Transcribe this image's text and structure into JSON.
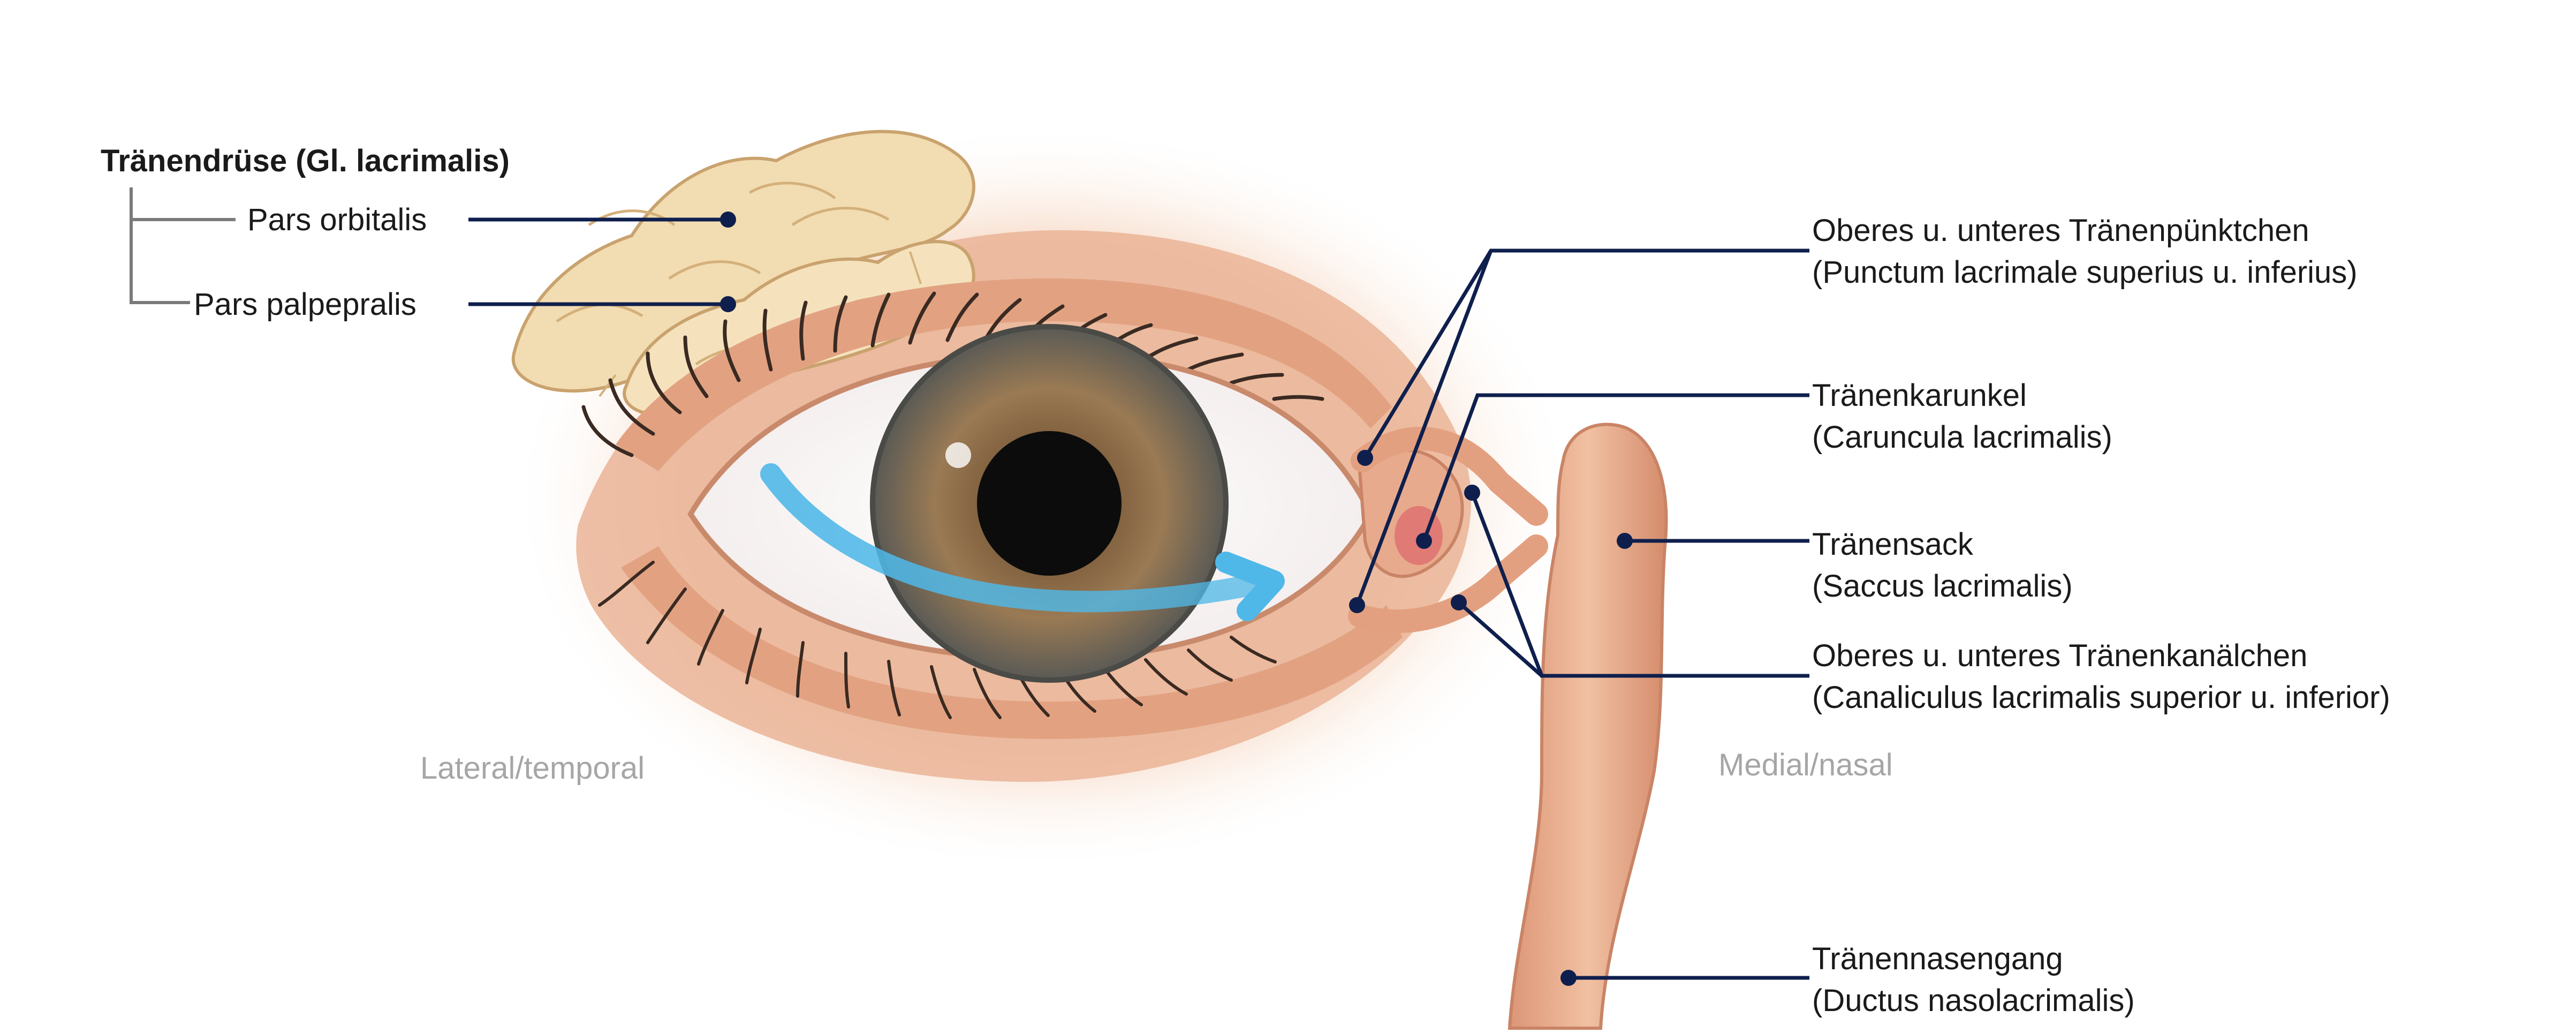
{
  "gland": {
    "title": "Tränendrüse (Gl. lacrimalis)",
    "orbital": "Pars orbitalis",
    "palpebral": "Pars palpepralis"
  },
  "right_labels": {
    "puncta_1": "Oberes u. unteres Tränenpünktchen",
    "puncta_2": "(Punctum lacrimale superius u. inferius)",
    "caruncle_1": "Tränenkarunkel",
    "caruncle_2": "(Caruncula lacrimalis)",
    "sac_1": "Tränensack",
    "sac_2": "(Saccus lacrimalis)",
    "canal_1": "Oberes u. unteres Tränenkanälchen",
    "canal_2": "(Canaliculus lacrimalis superior u. inferior)",
    "duct_1": "Tränennasengang",
    "duct_2": "(Ductus nasolacrimalis)"
  },
  "orientation": {
    "lateral": "Lateral/temporal",
    "medial": "Medial/nasal"
  },
  "colors": {
    "leader": "#0f1f4d",
    "bracket": "#7a7a7a",
    "skin": "#f1c7aa",
    "lid": "#e3a484",
    "gland": "#f2dcb2",
    "iris": "#8a6a46",
    "flow_arrow": "#4fb8e8",
    "duct": "#e7aa8a"
  }
}
